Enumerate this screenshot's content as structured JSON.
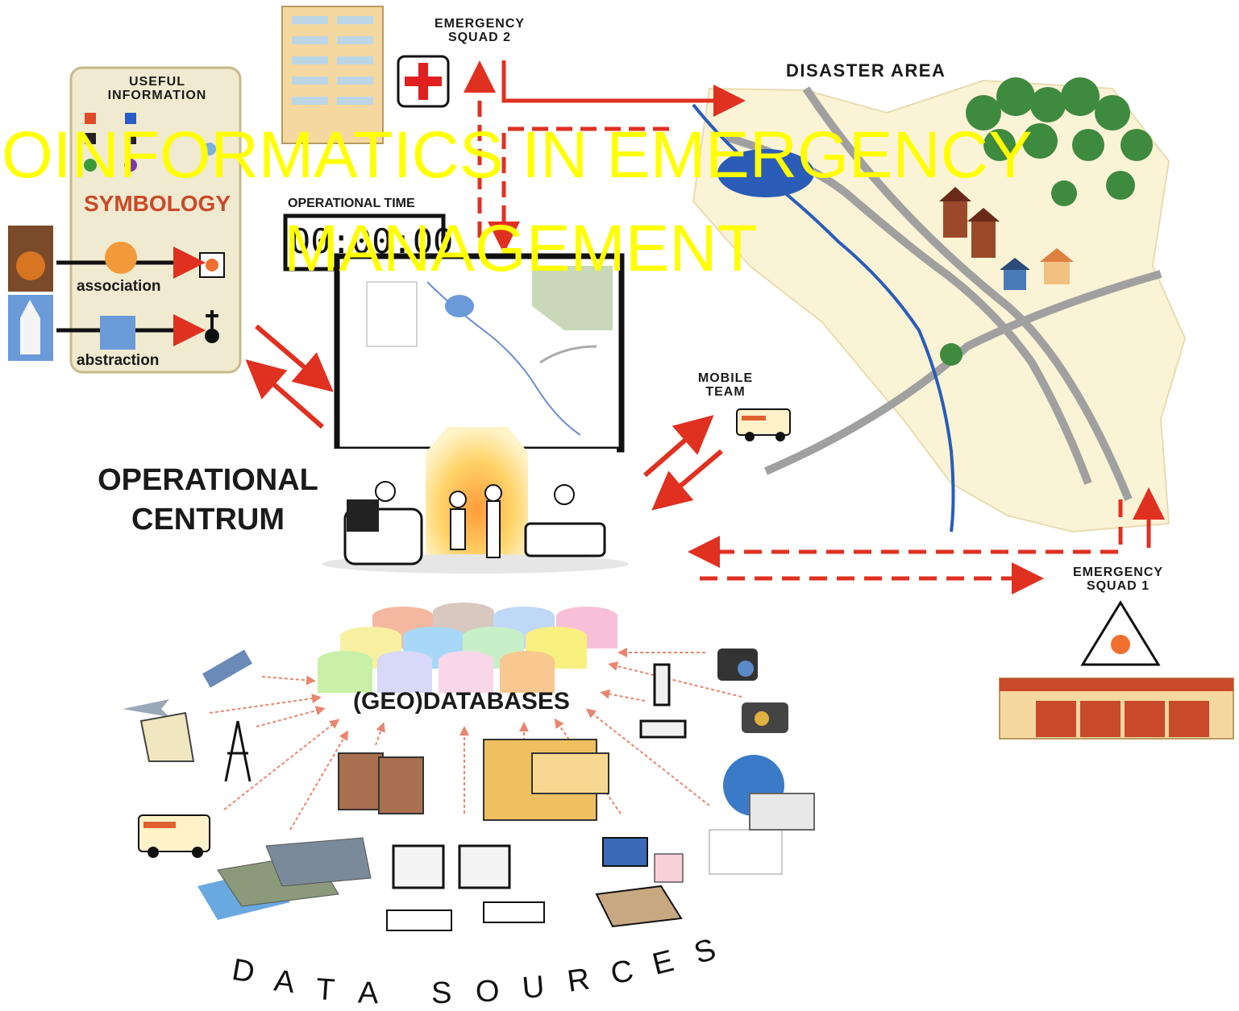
{
  "title_overlay": {
    "line1": "OINFORMATICS IN  EMERGENCY",
    "line2": "MANAGEMENT"
  },
  "labels": {
    "emergency_squad_2": "EMERGENCY\nSQUAD 2",
    "disaster_area": "DISASTER AREA",
    "useful_information": "USEFUL\nINFORMATION",
    "symbology": "SYMBOLOGY",
    "association": "association",
    "abstraction": "abstraction",
    "operational_time": "OPERATIONAL TIME",
    "operational_time_display": "00:00:00",
    "operational_centrum": "OPERATIONAL\nCENTRUM",
    "mobile_team": "MOBILE\nTEAM",
    "emergency_squad_1": "EMERGENCY\nSQUAD 1",
    "geodatabases": "(GEO)DATABASES",
    "data_sources_letters": [
      "D",
      "A",
      "T",
      "A",
      " ",
      "S",
      "O",
      "U",
      "R",
      "C",
      "E",
      "S"
    ]
  },
  "colors": {
    "arrow": "#e03020",
    "overlay_text": "#ffff00",
    "road": "#a0a0a0",
    "river": "#2a5cb8"
  }
}
